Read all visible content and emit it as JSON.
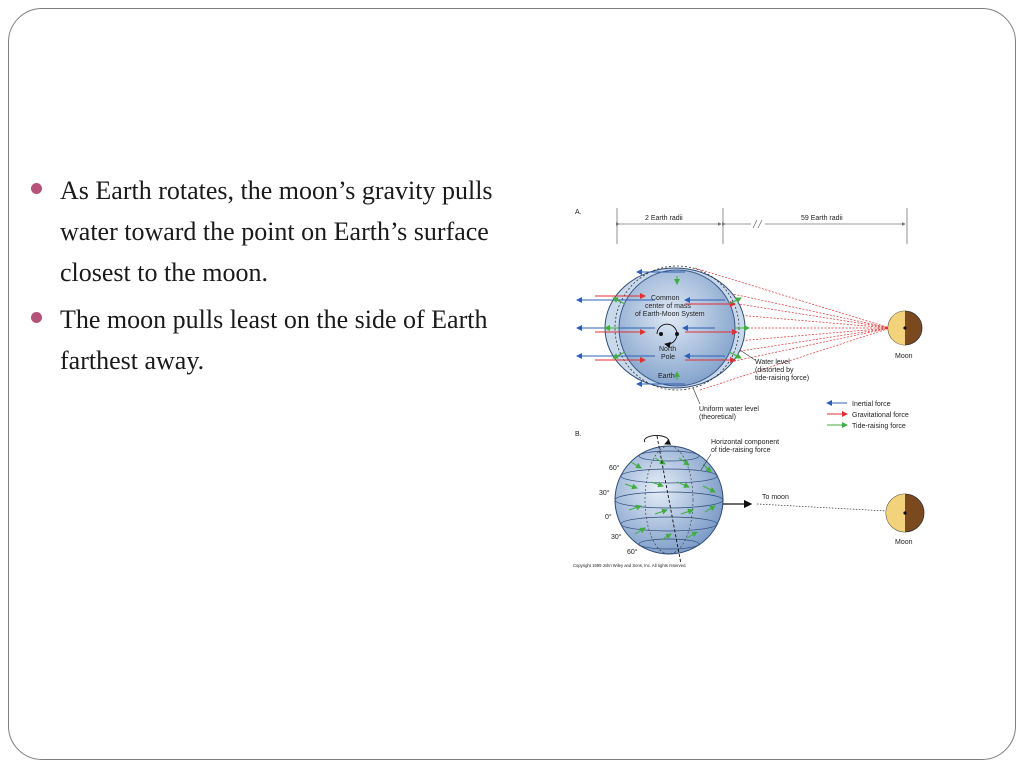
{
  "bullets": [
    {
      "text": "As Earth rotates, the moon’s gravity pulls water toward the point on Earth’s surface closest to the moon."
    },
    {
      "text": "The moon pulls least on the side of Earth farthest away."
    }
  ],
  "figure": {
    "panel_a": {
      "label": "A.",
      "dim_left": "2 Earth radii",
      "dim_right": "59 Earth radii",
      "center_mass_line1": "Common",
      "center_mass_line2": "center of mass",
      "center_mass_line3": "of Earth-Moon System",
      "north_pole_line1": "North",
      "north_pole_line2": "Pole",
      "earth_label": "Earth",
      "moon_label": "Moon",
      "water_level_line1": "Water level",
      "water_level_line2": "(distorted by",
      "water_level_line3": "tide-raising force)",
      "uniform_line1": "Uniform water level",
      "uniform_line2": "(theoretical)",
      "legend": {
        "inertial": "Inertial force",
        "gravitational": "Gravitational force",
        "tide_raising": "Tide-raising force"
      }
    },
    "panel_b": {
      "label": "B.",
      "horizontal_line1": "Horizontal component",
      "horizontal_line2": "of tide-raising force",
      "lat_60_top": "60°",
      "lat_30_top": "30°",
      "lat_0": "0°",
      "lat_30_bottom": "30°",
      "lat_60_bottom": "60°",
      "to_moon": "To moon",
      "moon_label": "Moon"
    },
    "copyright": "Copyright 1999 John Wiley and Sons, Inc. All rights reserved.",
    "colors": {
      "inertial": "#2f5fb3",
      "gravitational": "#e03030",
      "tide_raising": "#3fae3f",
      "moon_light": "#f2d27a",
      "moon_dark": "#7a4a1e",
      "earth": "#8fb0d8",
      "bullet": "#b5527a"
    }
  }
}
